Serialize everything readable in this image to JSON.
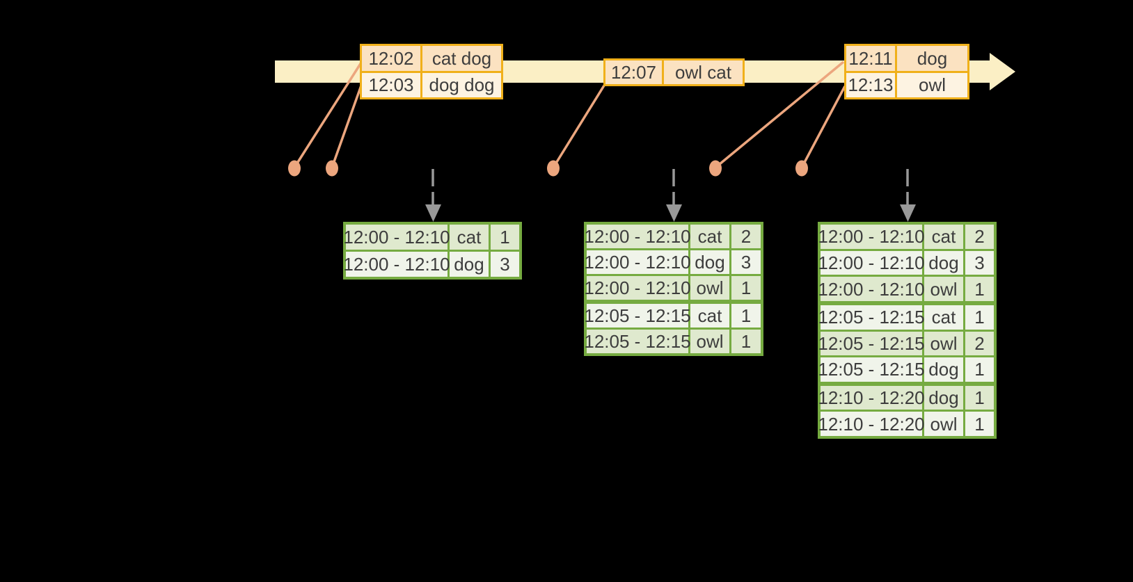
{
  "colors": {
    "background": "#000000",
    "timeline_fill": "#FBEFC5",
    "orange_border": "#F0B01A",
    "orange_row_dark": "#FBE2C1",
    "orange_row_light": "#FDF3E2",
    "salmon": "#ECA67E",
    "gray_arrow": "#999999",
    "green_border": "#76AB41",
    "green_row_dark": "#DFE9CE",
    "green_row_light": "#F0F4EA",
    "text": "#3D3D3D"
  },
  "event_tables": [
    {
      "rows": [
        {
          "time": "12:02",
          "words": "cat dog"
        },
        {
          "time": "12:03",
          "words": "dog dog"
        }
      ]
    },
    {
      "rows": [
        {
          "time": "12:07",
          "words": "owl cat"
        }
      ]
    },
    {
      "rows": [
        {
          "time": "12:11",
          "words": "dog"
        },
        {
          "time": "12:13",
          "words": "owl"
        }
      ]
    }
  ],
  "result_tables": [
    {
      "rows": [
        {
          "window": "12:00 - 12:10",
          "word": "cat",
          "count": "1"
        },
        {
          "window": "12:00 - 12:10",
          "word": "dog",
          "count": "3"
        }
      ]
    },
    {
      "rows": [
        {
          "window": "12:00 - 12:10",
          "word": "cat",
          "count": "2"
        },
        {
          "window": "12:00 - 12:10",
          "word": "dog",
          "count": "3"
        },
        {
          "window": "12:00 - 12:10",
          "word": "owl",
          "count": "1"
        },
        {
          "window": "12:05 - 12:15",
          "word": "cat",
          "count": "1"
        },
        {
          "window": "12:05 - 12:15",
          "word": "owl",
          "count": "1"
        }
      ]
    },
    {
      "rows": [
        {
          "window": "12:00 - 12:10",
          "word": "cat",
          "count": "2"
        },
        {
          "window": "12:00 - 12:10",
          "word": "dog",
          "count": "3"
        },
        {
          "window": "12:00 - 12:10",
          "word": "owl",
          "count": "1"
        },
        {
          "window": "12:05 - 12:15",
          "word": "cat",
          "count": "1"
        },
        {
          "window": "12:05 - 12:15",
          "word": "owl",
          "count": "2"
        },
        {
          "window": "12:05 - 12:15",
          "word": "dog",
          "count": "1"
        },
        {
          "window": "12:10 - 12:20",
          "word": "dog",
          "count": "1"
        },
        {
          "window": "12:10 - 12:20",
          "word": "owl",
          "count": "1"
        }
      ]
    }
  ]
}
